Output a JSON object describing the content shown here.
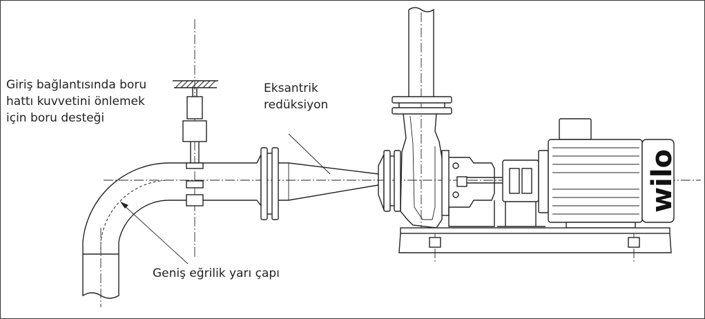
{
  "labels": {
    "pipe_support": [
      "Giriş bağlantısında boru",
      "hattı kuvvetini önlemek",
      "için boru desteği"
    ],
    "eccentric_reducer": [
      "Eksantrik",
      "redüksiyon"
    ],
    "bend_radius": "Geniş eğrilik yarı çapı"
  },
  "logo": {
    "text": "wilo"
  }
}
